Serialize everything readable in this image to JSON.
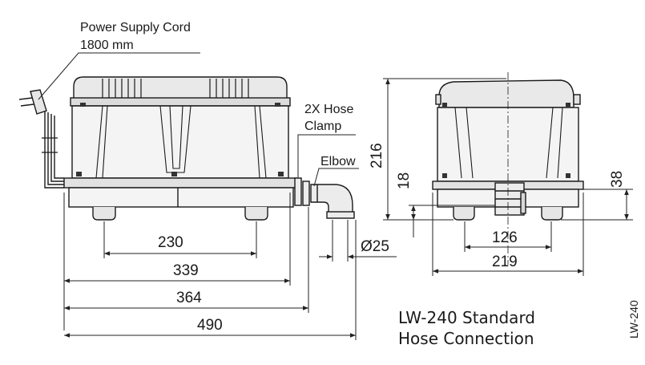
{
  "labels": {
    "power_cord_line1": "Power Supply Cord",
    "power_cord_line2": "1800 mm",
    "hose_clamp_line1": "2X Hose",
    "hose_clamp_line2": "Clamp",
    "elbow": "Elbow",
    "model_side": "LW-240"
  },
  "caption": {
    "line1": "LW-240 Standard",
    "line2": "Hose Connection"
  },
  "dimensions": {
    "front": {
      "d230": "230",
      "d339": "339",
      "d364": "364",
      "d490": "490",
      "d25": "Ø25"
    },
    "side": {
      "d216": "216",
      "d18": "18",
      "d38": "38",
      "d126": "126",
      "d219": "219"
    }
  }
}
